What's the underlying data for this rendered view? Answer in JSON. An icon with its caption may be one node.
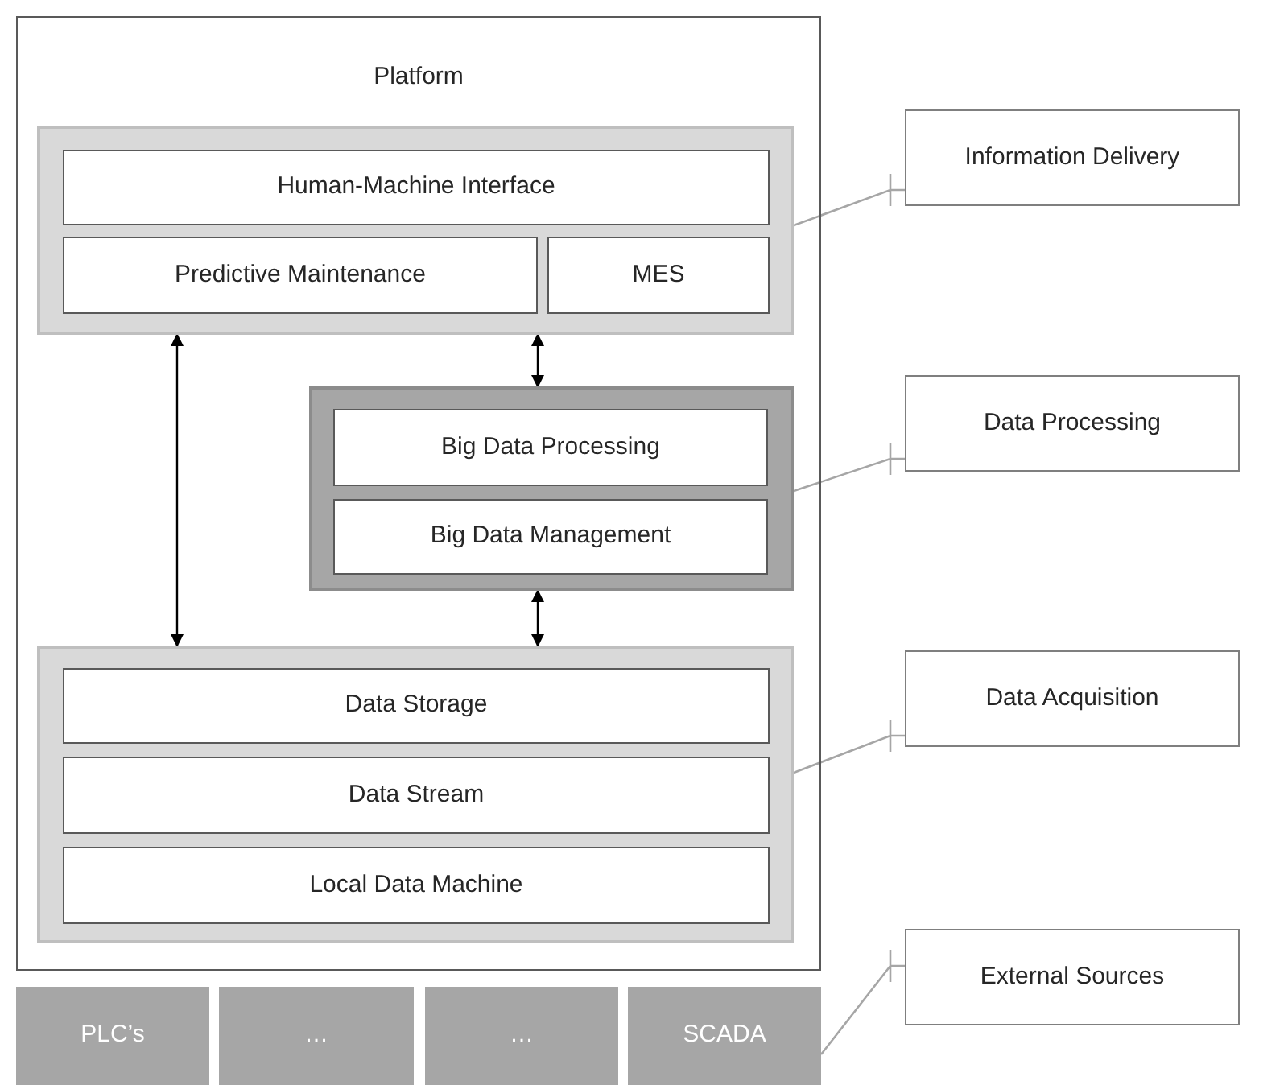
{
  "diagram": {
    "nodes": [
      {
        "text": [
          "Platform"
        ]
      },
      {
        "text": [],
        "shape": "box",
        "in": 0
      },
      {
        "text": [
          "Human-Machine Interface"
        ],
        "in": 1
      },
      {
        "text": [
          "Predictive Maintenance"
        ],
        "in": 1
      },
      {
        "text": [
          "MES"
        ],
        "in": 1
      },
      {
        "text": [],
        "shape": "box",
        "in": 0
      },
      {
        "text": [
          "Big Data Processing"
        ],
        "in": 5
      },
      {
        "text": [
          "Big Data Management"
        ],
        "in": 5
      },
      {
        "text": [],
        "shape": "box",
        "in": 0
      },
      {
        "text": [
          "Data Storage"
        ],
        "in": 8
      },
      {
        "text": [
          "Data Stream"
        ],
        "in": 8
      },
      {
        "text": [
          "Local Data Machine"
        ],
        "in": 8
      },
      {
        "text": [
          "PLC’s"
        ]
      },
      {
        "text": [
          "…"
        ]
      },
      {
        "text": [
          "…"
        ]
      },
      {
        "text": [
          "SCADA"
        ]
      },
      {
        "text": [
          "Information Delivery"
        ]
      },
      {
        "text": [
          "Data Processing"
        ]
      },
      {
        "text": [
          "Data Acquisition"
        ]
      },
      {
        "text": [
          "External Sources"
        ]
      }
    ],
    "edges": [
      {
        "from": 1,
        "to": 8,
        "arrow": "both",
        "color": "#000000"
      },
      {
        "from": 1,
        "to": 5,
        "arrow": "both",
        "color": "#000000"
      },
      {
        "from": 5,
        "to": 8,
        "arrow": "both",
        "color": "#000000"
      },
      {
        "from": 1,
        "to": 16,
        "arrow": "none"
      },
      {
        "from": 5,
        "to": 17,
        "arrow": "none"
      },
      {
        "from": 8,
        "to": 18,
        "arrow": "none"
      },
      {
        "from": 15,
        "to": 19,
        "arrow": "none"
      }
    ]
  }
}
